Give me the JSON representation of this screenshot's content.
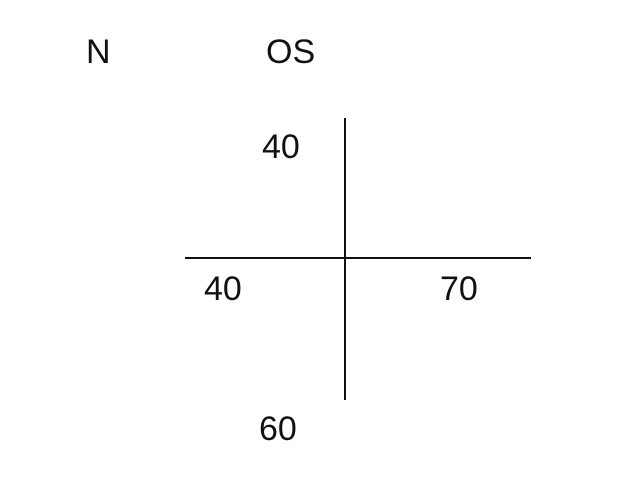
{
  "labels": {
    "n": "N",
    "os": "OS"
  },
  "values": {
    "top": "40",
    "left": "40",
    "right": "70",
    "bottom": "60"
  }
}
